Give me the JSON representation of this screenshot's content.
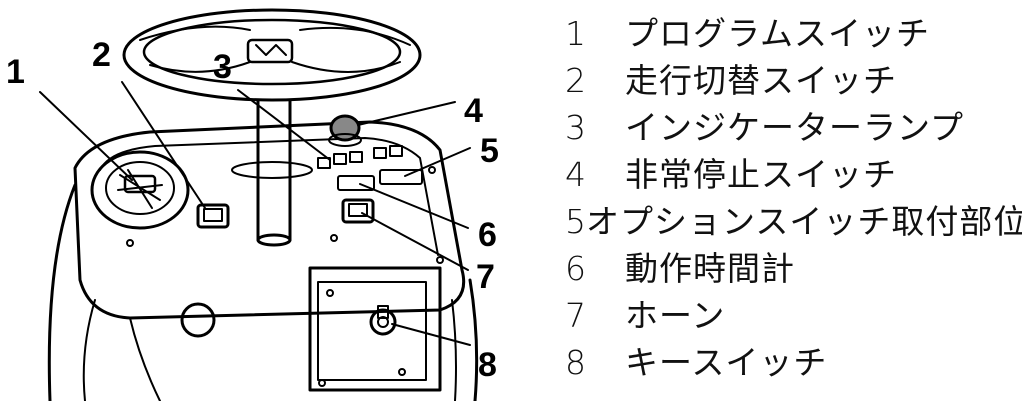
{
  "legend": [
    {
      "num": "1",
      "label": "プログラムスイッチ"
    },
    {
      "num": "2",
      "label": "走行切替スイッチ"
    },
    {
      "num": "3",
      "label": "インジケーターランプ"
    },
    {
      "num": "4",
      "label": "非常停止スイッチ"
    },
    {
      "num": "5",
      "label": "オプションスイッチ取付部位"
    },
    {
      "num": "6",
      "label": "動作時間計"
    },
    {
      "num": "7",
      "label": "ホーン"
    },
    {
      "num": "8",
      "label": "キースイッチ"
    }
  ],
  "callouts": [
    "1",
    "2",
    "3",
    "4",
    "5",
    "6",
    "7",
    "8"
  ]
}
